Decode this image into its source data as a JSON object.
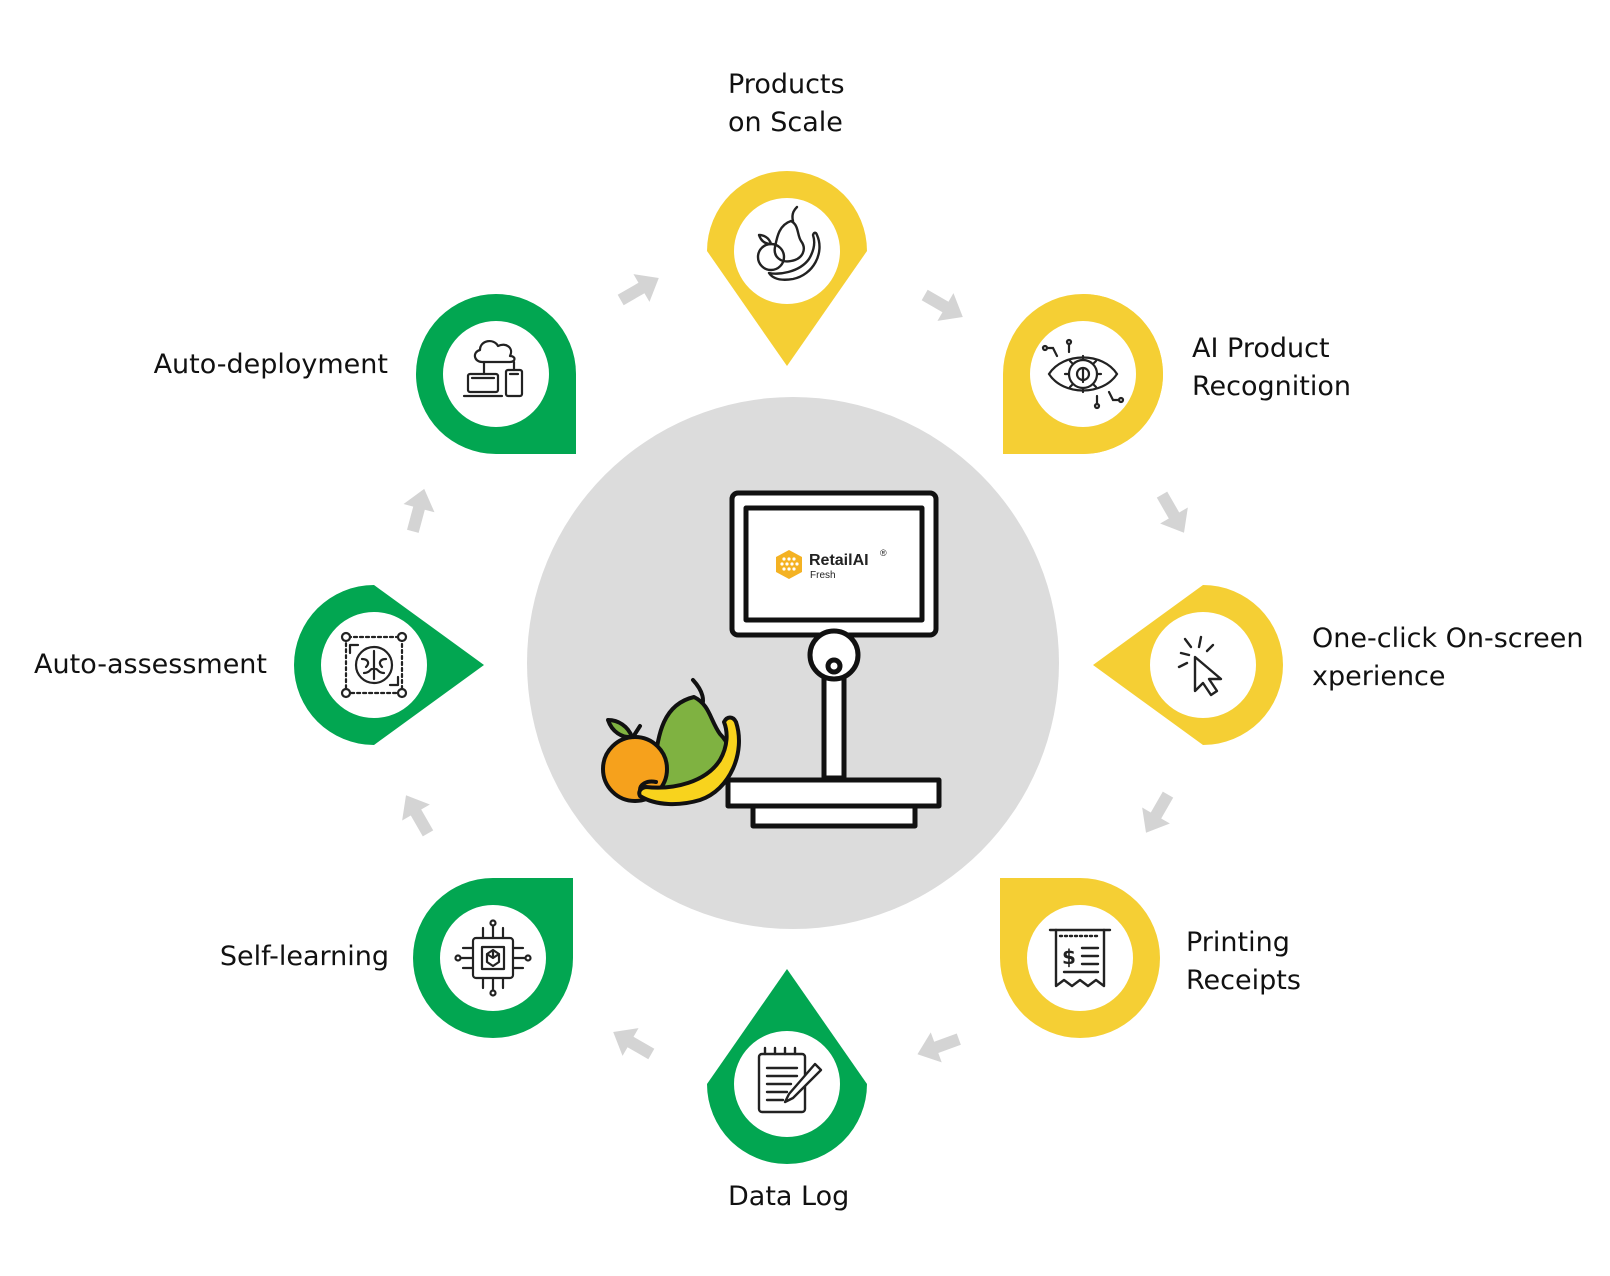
{
  "center": {
    "brand": "RetailAI",
    "brand_mark": "®",
    "brand_sub": "Fresh"
  },
  "steps": [
    {
      "id": "products-on-scale",
      "lines": [
        "Products",
        "on Scale"
      ],
      "color": "yellow",
      "icon": "fruit-outline-icon"
    },
    {
      "id": "ai-product-recognition",
      "lines": [
        "AI Product",
        "Recognition"
      ],
      "color": "yellow",
      "icon": "eye-gear-icon"
    },
    {
      "id": "one-click",
      "lines": [
        "One-click On-screen",
        "xperience"
      ],
      "color": "yellow",
      "icon": "cursor-click-icon"
    },
    {
      "id": "printing-receipts",
      "lines": [
        "Printing",
        "Receipts"
      ],
      "color": "yellow",
      "icon": "receipt-icon"
    },
    {
      "id": "data-log",
      "lines": [
        "Data Log"
      ],
      "color": "green",
      "icon": "notepad-pen-icon"
    },
    {
      "id": "self-learning",
      "lines": [
        "Self-learning"
      ],
      "color": "green",
      "icon": "chip-icon"
    },
    {
      "id": "auto-assessment",
      "lines": [
        "Auto-assessment"
      ],
      "color": "green",
      "icon": "brain-icon"
    },
    {
      "id": "auto-deployment",
      "lines": [
        "Auto-deployment"
      ],
      "color": "green",
      "icon": "cloud-devices-icon"
    }
  ],
  "colors": {
    "yellow": "#F5CF34",
    "green": "#02A651",
    "arrow": "#D4D4D4",
    "center_circle": "#DCDCDC",
    "logo": "#F4B223",
    "orange": "#F6A11C",
    "pear": "#7FB241",
    "banana": "#F8D31D"
  }
}
